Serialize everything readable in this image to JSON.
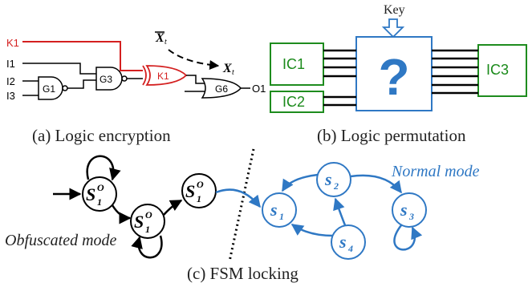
{
  "colors": {
    "red": "#d42020",
    "green": "#1e8c1e",
    "blue": "#2f78c4",
    "black": "#000000"
  },
  "panel_a": {
    "caption": "(a) Logic encryption",
    "inputs": [
      "K1",
      "I1",
      "I2",
      "I3"
    ],
    "gates": [
      "G1",
      "G3",
      "K1",
      "G6"
    ],
    "output": "O1",
    "flip_x": "X",
    "flip_x_sub": "t",
    "flip_xbar": "X",
    "flip_xbar_sub": "t"
  },
  "panel_b": {
    "caption": "(b) Logic permutation",
    "key_label": "Key",
    "blocks": [
      "IC1",
      "IC2",
      "IC3"
    ],
    "unknown": "?"
  },
  "panel_c": {
    "caption": "(c) FSM locking",
    "obf_label": "Obfuscated mode",
    "normal_label": "Normal mode",
    "obf_state_base": "S",
    "obf_state_sub": "1",
    "obf_state_sup": "O",
    "normal_states": [
      {
        "base": "s",
        "sub": "1"
      },
      {
        "base": "s",
        "sub": "2"
      },
      {
        "base": "s",
        "sub": "3"
      },
      {
        "base": "s",
        "sub": "4"
      }
    ]
  }
}
